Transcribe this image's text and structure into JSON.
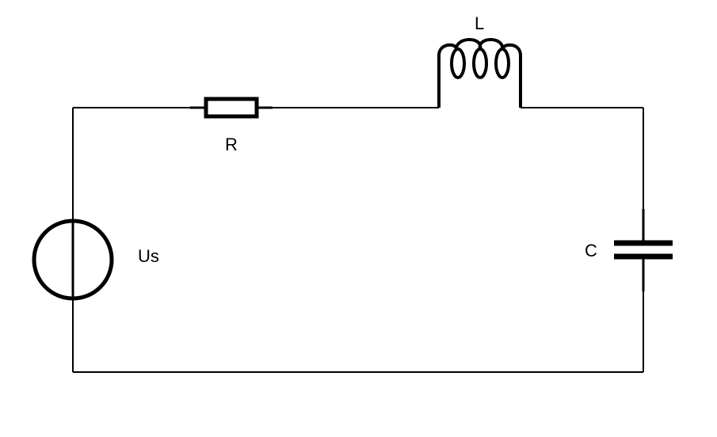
{
  "diagram": {
    "components": {
      "source": {
        "label": "Us"
      },
      "resistor": {
        "label": "R"
      },
      "inductor": {
        "label": "L"
      },
      "capacitor": {
        "label": "C"
      }
    },
    "colors": {
      "stroke": "#000000",
      "background": "#ffffff"
    }
  }
}
